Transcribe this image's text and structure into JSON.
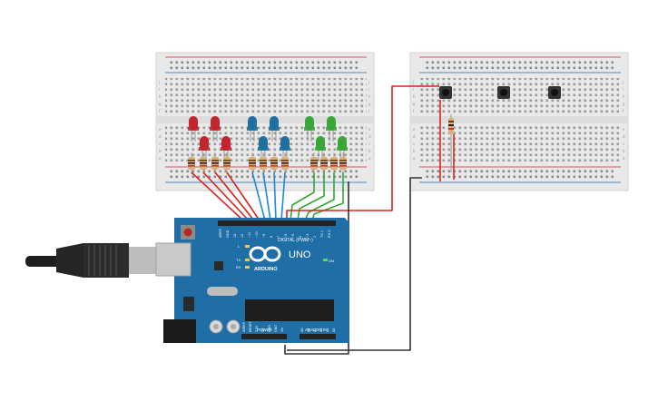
{
  "arduino": {
    "digital_label": "DIGITAL (PWM~)",
    "power_label": "POWER",
    "analog_label": "ANALOG IN",
    "brand": "ARDUINO",
    "model": "UNO",
    "on_label": "ON",
    "l_label": "L",
    "tx_label": "TX",
    "rx_label": "RX",
    "digital_pins": [
      "AREF",
      "GND",
      "13",
      "12",
      "~11",
      "~10",
      "~9",
      "8",
      "7",
      "~6",
      "~5",
      "4",
      "~3",
      "2",
      "TX 1",
      "RX 0"
    ],
    "power_pins": [
      "IOREF",
      "RESET",
      "3.3V",
      "5V",
      "GND",
      "GND",
      "Vin"
    ],
    "analog_pins": [
      "A0",
      "A1",
      "A2",
      "A3",
      "A4",
      "A5"
    ]
  },
  "left_breadboard": {
    "row_letters_top": [
      "j",
      "i",
      "h",
      "g",
      "f"
    ],
    "row_letters_bottom": [
      "e",
      "d",
      "c",
      "b",
      "a"
    ]
  },
  "right_breadboard": {
    "row_letters_top": [
      "j",
      "i",
      "h",
      "g",
      "f"
    ],
    "row_letters_bottom": [
      "e",
      "d",
      "c",
      "b",
      "a"
    ]
  },
  "leds": {
    "red": "#c0262d",
    "blue": "#1f6f9f",
    "green": "#3aa63a"
  },
  "wire_colors": {
    "red": "#d6241f",
    "blue": "#1e8ad0",
    "green": "#32a833",
    "black": "#333333"
  },
  "usb_icon": "usb-cable-icon"
}
